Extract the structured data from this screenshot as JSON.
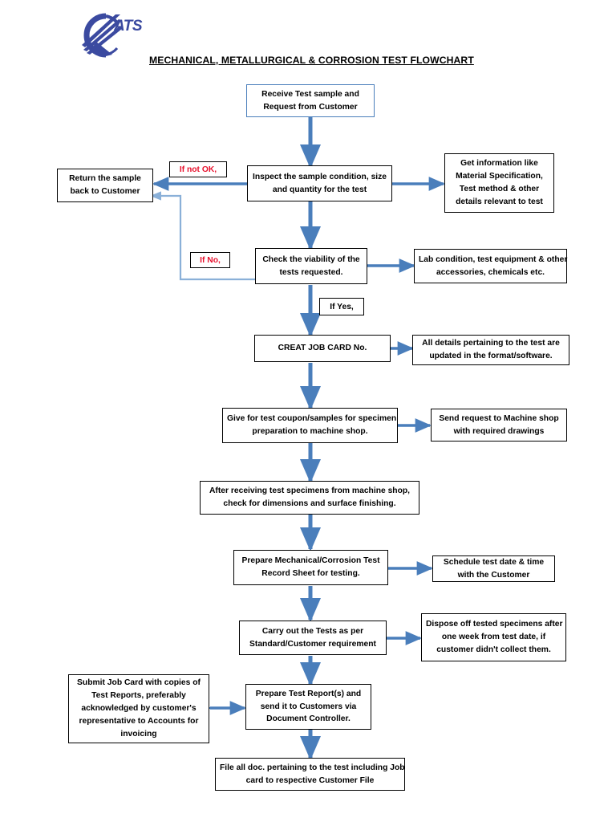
{
  "document": {
    "title": "MECHANICAL, METALLURGICAL & CORROSION TEST FLOWCHART",
    "logo_text": "ATS"
  },
  "colors": {
    "arrow": "#4a7ebb",
    "logo": "#3b4aa0",
    "box_border": "#000000",
    "first_box_border": "#4a7ebb",
    "label_red": "#e8112d",
    "background": "#ffffff"
  },
  "flow": {
    "nodes": [
      {
        "id": "receive",
        "name": "receive-sample-box",
        "lines": [
          "Receive Test sample and",
          "Request from Customer"
        ]
      },
      {
        "id": "inspect",
        "name": "inspect-sample-box",
        "lines": [
          "Inspect the sample condition, size",
          "and quantity for the test"
        ]
      },
      {
        "id": "return",
        "name": "return-sample-box",
        "lines": [
          "Return the sample",
          "back to Customer"
        ]
      },
      {
        "id": "getinfo",
        "name": "get-information-box",
        "lines": [
          "Get information like",
          "Material Specification,",
          "Test method & other",
          "details relevant to test"
        ]
      },
      {
        "id": "viability",
        "name": "check-viability-box",
        "lines": [
          "Check the viability of the",
          "tests requested."
        ]
      },
      {
        "id": "labcond",
        "name": "lab-condition-box",
        "lines": [
          "Lab condition, test equipment & other",
          "accessories, chemicals etc."
        ]
      },
      {
        "id": "jobcard",
        "name": "create-job-card-box",
        "lines": [
          "CREAT JOB CARD No."
        ]
      },
      {
        "id": "alldetails",
        "name": "all-details-box",
        "lines": [
          "All details pertaining to the test are",
          "updated in the format/software."
        ]
      },
      {
        "id": "coupon",
        "name": "give-test-coupon-box",
        "lines": [
          "Give for test coupon/samples for specimen",
          "preparation to machine shop."
        ]
      },
      {
        "id": "machineshop",
        "name": "send-request-machine-shop-box",
        "lines": [
          "Send request to Machine shop",
          "with required drawings"
        ]
      },
      {
        "id": "afterrecv",
        "name": "after-receiving-specimens-box",
        "lines": [
          "After receiving test specimens from machine shop,",
          "check for dimensions and surface finishing."
        ]
      },
      {
        "id": "recordsheet",
        "name": "prepare-record-sheet-box",
        "lines": [
          "Prepare Mechanical/Corrosion Test",
          "Record Sheet for testing."
        ]
      },
      {
        "id": "schedule",
        "name": "schedule-test-date-box",
        "lines": [
          "Schedule test date & time",
          "with the Customer"
        ]
      },
      {
        "id": "carryout",
        "name": "carry-out-tests-box",
        "lines": [
          "Carry out the Tests as per",
          "Standard/Customer requirement"
        ]
      },
      {
        "id": "dispose",
        "name": "dispose-specimens-box",
        "lines": [
          "Dispose off tested specimens after",
          "one week from test date, if",
          "customer didn't collect them."
        ]
      },
      {
        "id": "submitjob",
        "name": "submit-job-card-box",
        "lines": [
          "Submit Job Card with copies of",
          "Test Reports, preferably",
          "acknowledged by customer's",
          "representative to Accounts for",
          "invoicing"
        ]
      },
      {
        "id": "prepreport",
        "name": "prepare-test-report-box",
        "lines": [
          "Prepare Test Report(s) and",
          "send it to Customers via",
          "Document Controller."
        ]
      },
      {
        "id": "filedoc",
        "name": "file-all-documents-box",
        "lines": [
          "File all doc. pertaining to the test including Job",
          "card to  respective Customer File"
        ]
      }
    ],
    "labels": [
      {
        "id": "ifnotok",
        "name": "if-not-ok-label",
        "text": "If not OK,",
        "color": "red"
      },
      {
        "id": "ifno",
        "name": "if-no-label",
        "text": "If No,",
        "color": "red"
      },
      {
        "id": "ifyes",
        "name": "if-yes-label",
        "text": "If Yes,",
        "color": "black"
      }
    ]
  }
}
